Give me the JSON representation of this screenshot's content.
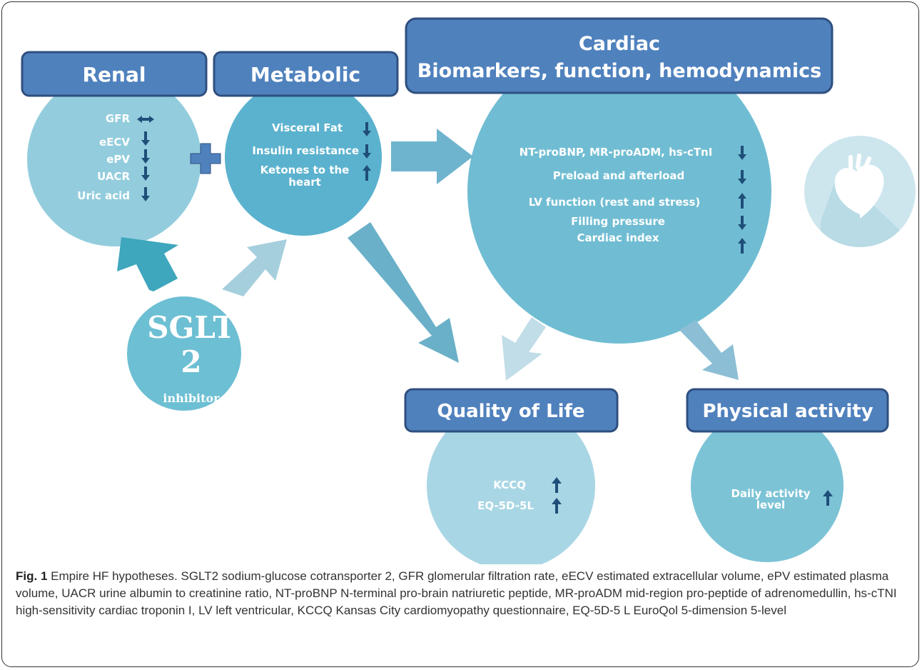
{
  "renal": {
    "title": "Renal",
    "items": [
      {
        "label": "GFR",
        "arrow": "both"
      },
      {
        "label": "eECV",
        "arrow": "down"
      },
      {
        "label": "ePV",
        "arrow": "down"
      },
      {
        "label": "UACR",
        "arrow": "down"
      },
      {
        "label": "Uric acid",
        "arrow": "down"
      }
    ]
  },
  "metabolic": {
    "title": "Metabolic",
    "items": [
      {
        "label": "Visceral Fat",
        "arrow": "down"
      },
      {
        "label": "Insulin resistance",
        "arrow": "down"
      },
      {
        "label": "Ketones to the",
        "arrow": "up"
      },
      {
        "label": "heart",
        "arrow": ""
      }
    ]
  },
  "cardiac": {
    "title_line1": "Cardiac",
    "title_line2": "Biomarkers, function, hemodynamics",
    "items": [
      {
        "label": "NT-proBNP, MR-proADM, hs-cTnI",
        "arrow": "down"
      },
      {
        "label": "Preload and afterload",
        "arrow": "down"
      },
      {
        "label": "LV function (rest and stress)",
        "arrow": "up"
      },
      {
        "label": "Filling pressure",
        "arrow": "down"
      },
      {
        "label": "Cardiac index",
        "arrow": "up"
      }
    ]
  },
  "sglt2": {
    "line1": "SGLT",
    "line2": "2",
    "line3": "inhibitor"
  },
  "quality_of_life": {
    "title": "Quality of Life",
    "items": [
      {
        "label": "KCCQ",
        "arrow": "up"
      },
      {
        "label": "EQ-5D-5L",
        "arrow": "up"
      }
    ]
  },
  "physical_activity": {
    "title": "Physical activity",
    "items": [
      {
        "label": "Daily activity",
        "arrow": "up"
      },
      {
        "label": "level",
        "arrow": ""
      }
    ]
  },
  "caption": {
    "label": "Fig. 1",
    "text": "Empire HF hypotheses. SGLT2 sodium-glucose cotransporter 2, GFR glomerular filtration rate, eECV estimated extracellular volume, ePV estimated plasma volume, UACR urine albumin to creatinine ratio, NT-proBNP N-terminal pro-brain natriuretic peptide, MR-proADM mid-region pro-peptide of adrenomedullin, hs-cTNI high-sensitivity cardiac troponin I, LV left ventricular, KCCQ Kansas City cardiomyopathy questionnaire, EQ-5D-5 L EuroQol 5-dimension 5-level"
  },
  "colors": {
    "header": "#4f81bd",
    "header_border": "#2f4f7f",
    "renal_circle": "#93cddd",
    "metabolic_circle": "#5bb2ce",
    "cardiac_circle": "#70bdd3",
    "sglt_circle": "#6dbfd3",
    "qol_circle": "#a9d6e4",
    "pa_circle": "#7cc3d6",
    "arrow_dark": "#1f4e79",
    "heart_icon_bg": "#cde6ee"
  },
  "icons": [
    "plus-icon",
    "heart-icon",
    "arrow-up-icon",
    "arrow-down-icon",
    "double-arrow-icon"
  ]
}
